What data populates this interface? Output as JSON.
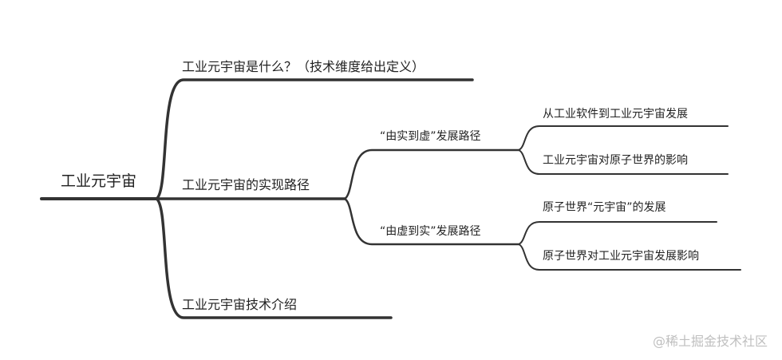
{
  "mindmap": {
    "root": "工业元宇宙",
    "branches": [
      {
        "label": "工业元宇宙是什么？（技术维度给出定义）"
      },
      {
        "label": "工业元宇宙的实现路径",
        "children": [
          {
            "label": "“由实到虚”发展路径",
            "children": [
              {
                "label": "从工业软件到工业元宇宙发展"
              },
              {
                "label": "工业元宇宙对原子世界的影响"
              }
            ]
          },
          {
            "label": "“由虚到实”发展路径",
            "children": [
              {
                "label": "原子世界“元宇宙”的发展"
              },
              {
                "label": "原子世界对工业元宇宙发展影响"
              }
            ]
          }
        ]
      },
      {
        "label": "工业元宇宙技术介绍"
      }
    ]
  },
  "watermark": "@稀土掘金技术社区",
  "colors": {
    "line": "#333333",
    "text": "#222222",
    "watermark": "#bfbfbf"
  }
}
